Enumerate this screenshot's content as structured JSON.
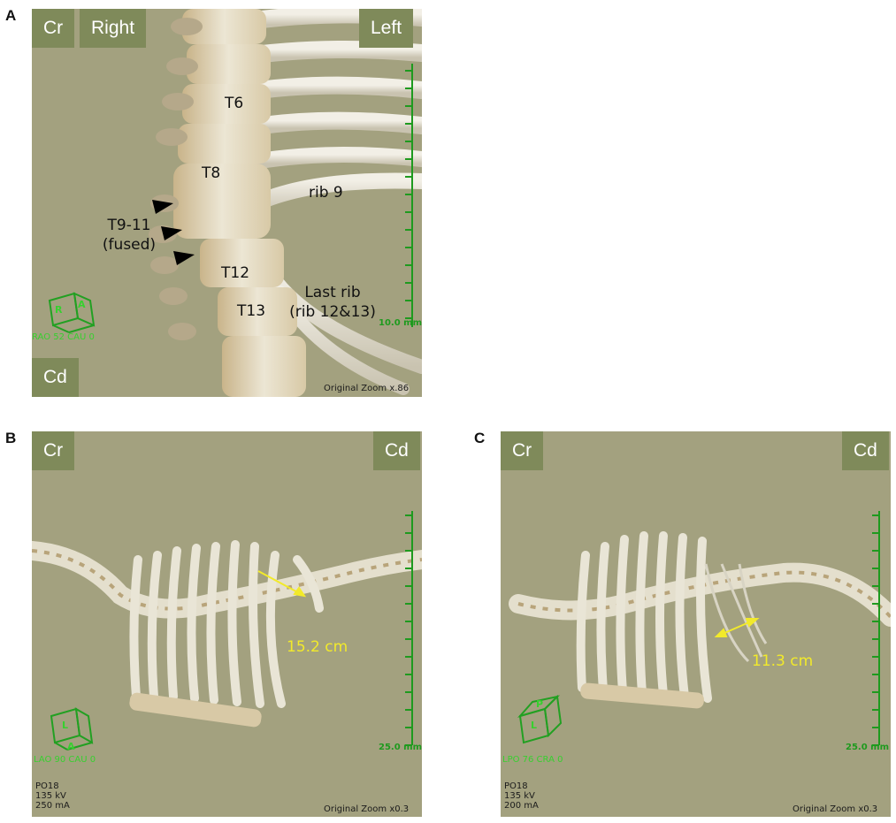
{
  "panels": {
    "a": {
      "letter": "A",
      "tags": {
        "top_left": "Cr",
        "top_mid": "Right",
        "top_right": "Left",
        "bottom_left": "Cd"
      },
      "labels": {
        "t6": "T6",
        "t8": "T8",
        "rib9": "rib 9",
        "t9_11_line1": "T9-11",
        "t9_11_line2": "(fused)",
        "t12": "T12",
        "t13": "T13",
        "last_rib_line1": "Last rib",
        "last_rib_line2": "(rib 12&13)"
      },
      "scale": "10.0 mm",
      "orientation": "RAO 52 CAU 0",
      "cube": {
        "face1": "R",
        "face2": "A"
      },
      "zoom": "Original Zoom x.86"
    },
    "b": {
      "letter": "B",
      "tags": {
        "top_left": "Cr",
        "top_right": "Cd"
      },
      "measure": "15.2 cm",
      "scale": "25.0 mm",
      "orientation": "LAO 90 CAU 0",
      "cube": {
        "face1": "L",
        "face2": "A"
      },
      "info": [
        "PO18",
        "135 kV",
        "250 mA"
      ],
      "zoom": "Original Zoom x0.3"
    },
    "c": {
      "letter": "C",
      "tags": {
        "top_left": "Cr",
        "top_right": "Cd"
      },
      "measure": "11.3 cm",
      "scale": "25.0 mm",
      "orientation": "LPO 76 CRA 0",
      "cube": {
        "face1": "P",
        "face2": "L"
      },
      "info": [
        "PO18",
        "135 kV",
        "200 mA"
      ],
      "zoom": "Original Zoom x0.3"
    }
  },
  "colors": {
    "background": "#a3a17f",
    "tag": "#7f8a5a",
    "bone": "#e6e2d2",
    "measure": "#f2ea2a",
    "scale": "#1e9a1e"
  }
}
